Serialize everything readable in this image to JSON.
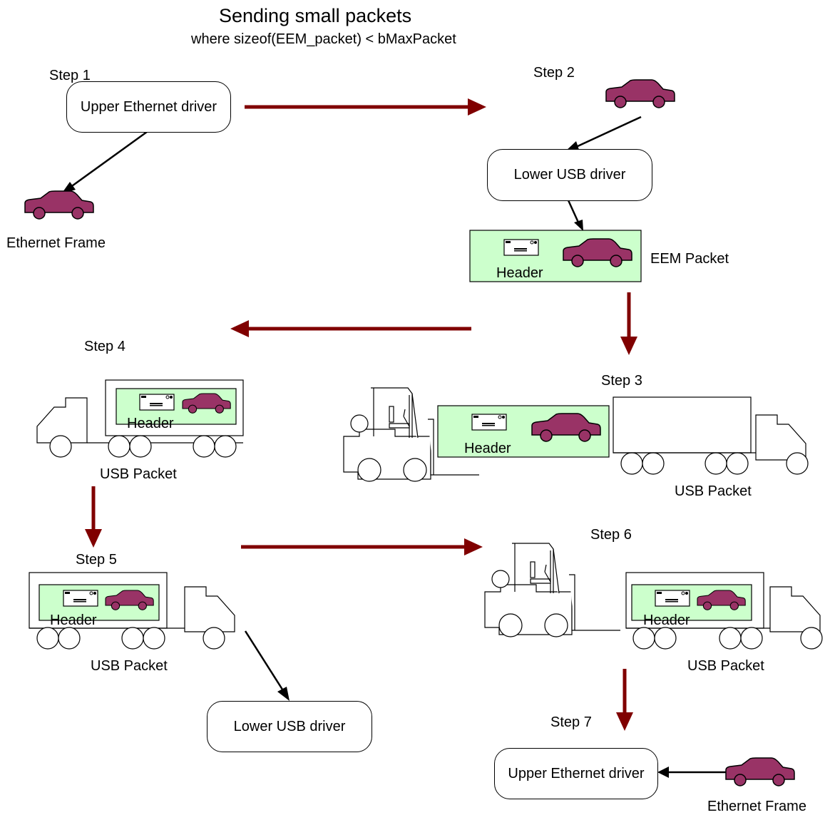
{
  "title": "Sending small packets",
  "subtitle": "where sizeof(EEM_packet) < bMaxPacket",
  "steps": {
    "s1": "Step 1",
    "s2": "Step 2",
    "s3": "Step 3",
    "s4": "Step 4",
    "s5": "Step 5",
    "s6": "Step 6",
    "s7": "Step 7"
  },
  "boxes": {
    "upper_eth_1": "Upper Ethernet driver",
    "lower_usb_2": "Lower USB driver",
    "lower_usb_5": "Lower USB driver",
    "upper_eth_7": "Upper Ethernet driver"
  },
  "labels": {
    "ethernet_frame_1": "Ethernet Frame",
    "eem_packet": "EEM Packet",
    "header_2": "Header",
    "header_3": "Header",
    "usb_packet_3": "USB Packet",
    "header_4": "Header",
    "usb_packet_4": "USB Packet",
    "header_5": "Header",
    "usb_packet_5": "USB Packet",
    "header_6": "Header",
    "usb_packet_6": "USB Packet",
    "ethernet_frame_7": "Ethernet Frame"
  },
  "colors": {
    "car": "#993366",
    "packet_fill": "#ccffcc",
    "flow_arrow": "#800000"
  },
  "icons": [
    "car-icon",
    "envelope-icon",
    "truck-icon",
    "forklift-icon",
    "arrow-icon"
  ]
}
